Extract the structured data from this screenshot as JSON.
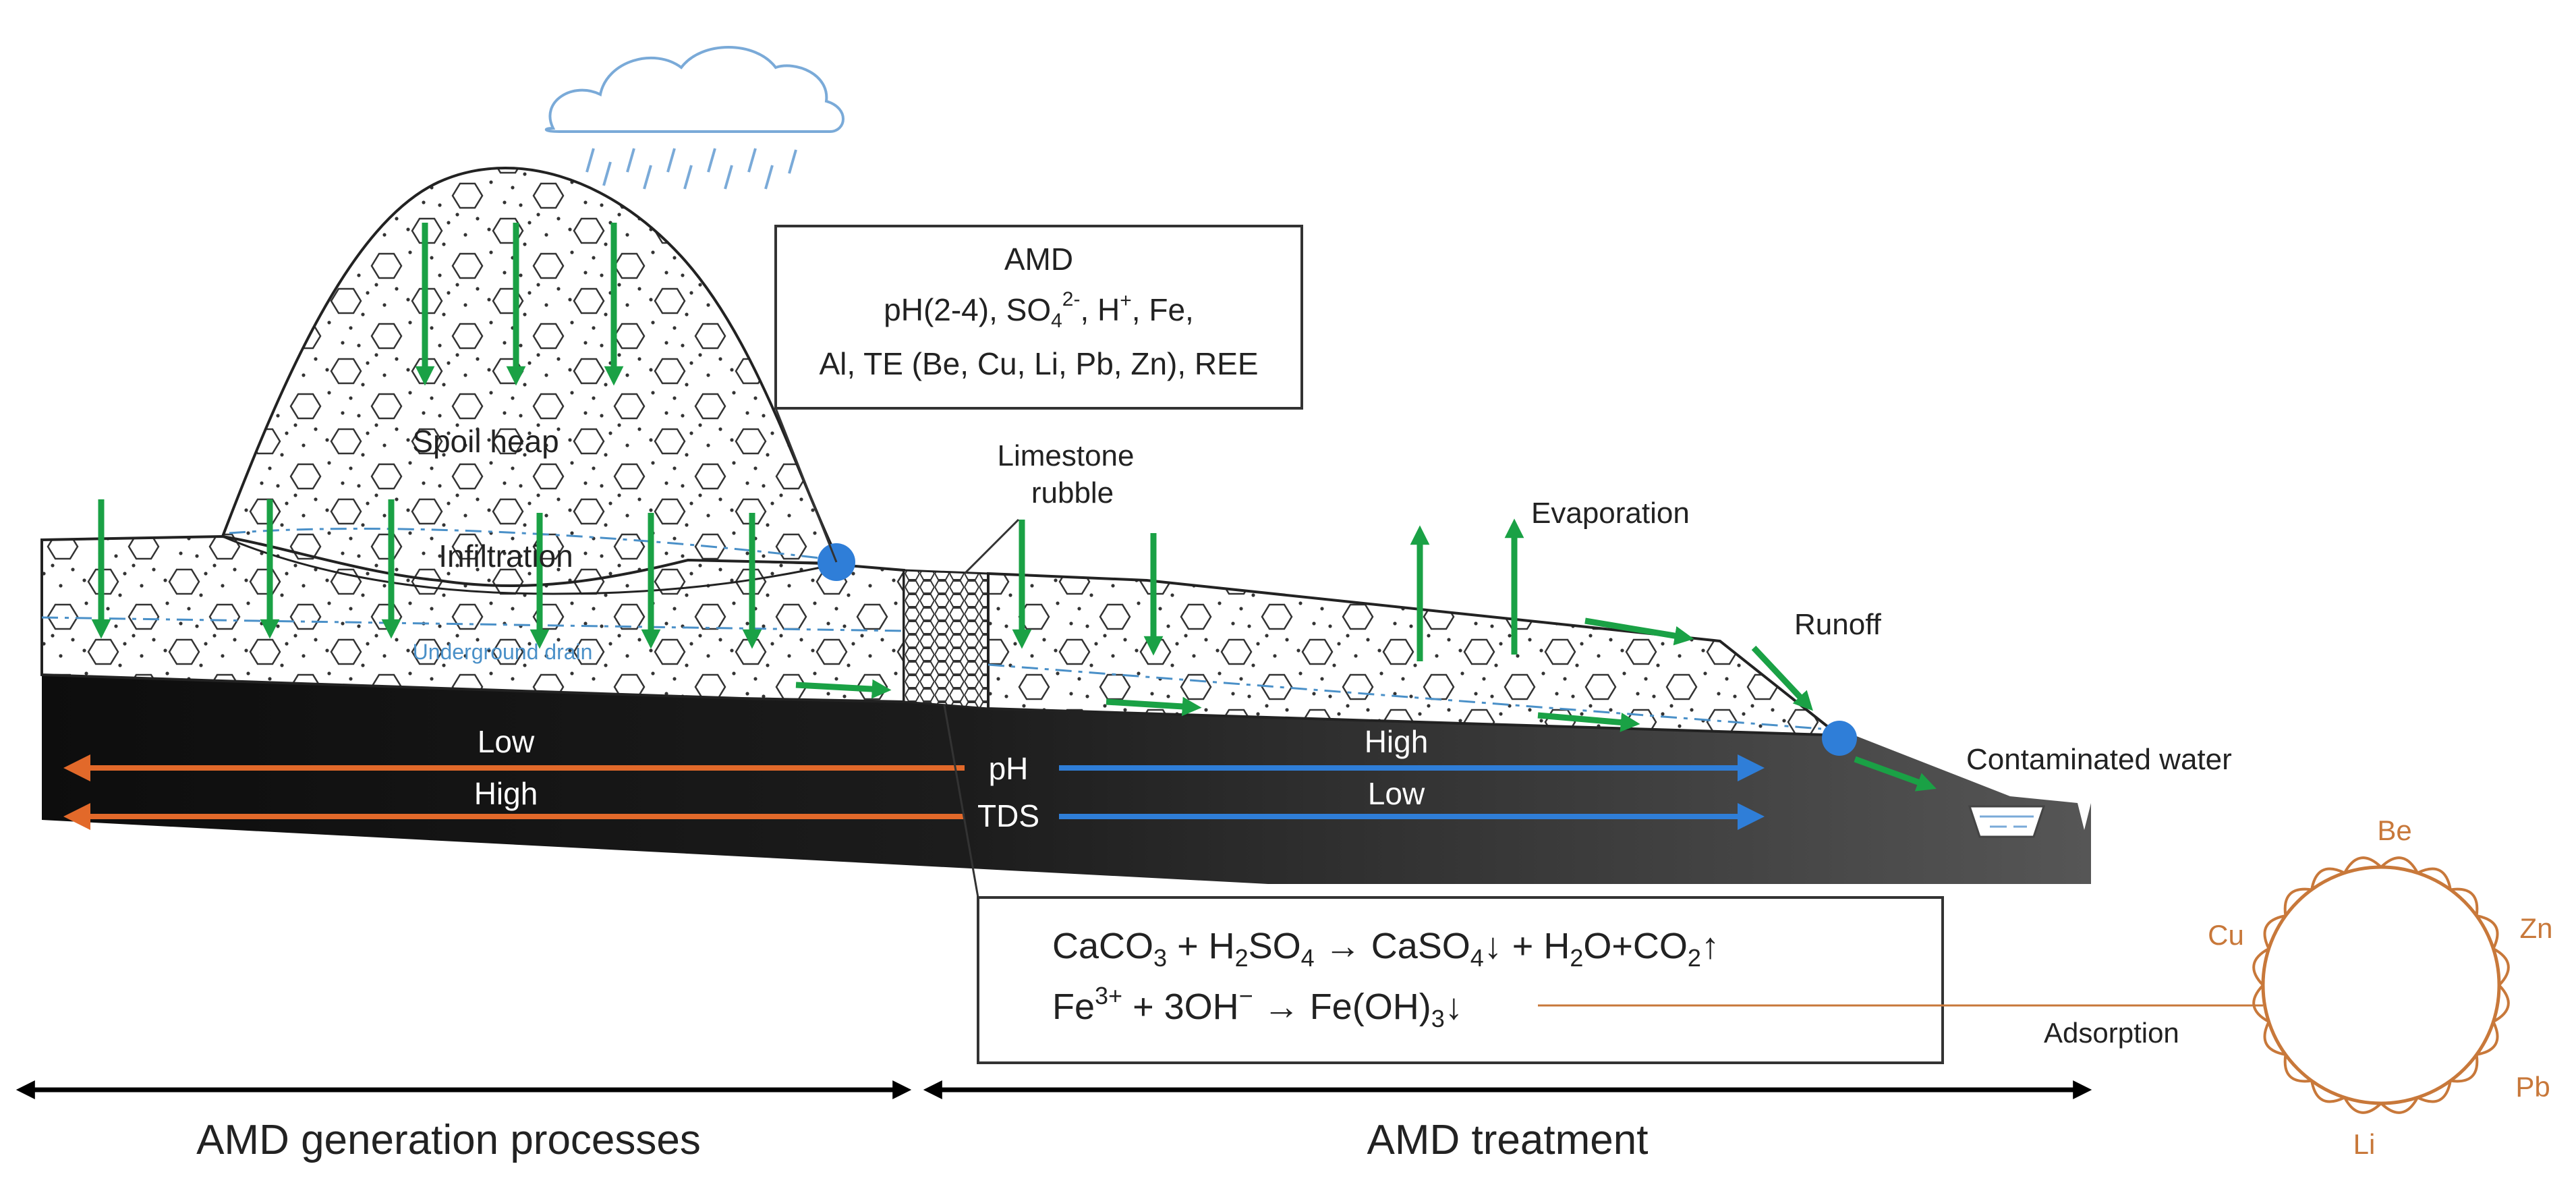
{
  "colors": {
    "green": "#1aa145",
    "orange": "#e2692a",
    "blue_arrow": "#2f7ed8",
    "dashed_blue": "#4a90c8",
    "cloud": "#7aaad8",
    "adsorption": "#c8783a",
    "ground_dark": "#111111",
    "ground_grey": "#555555"
  },
  "amd_box": {
    "line1": "AMD",
    "line2_a": "pH(2-4), SO",
    "line2_sub": "4",
    "line2_sup": "2-",
    "line2_b": ", H",
    "line2_sup2": "+",
    "line2_c": ", Fe,",
    "line3": "Al, TE (Be, Cu, Li, Pb, Zn), REE"
  },
  "labels": {
    "spoil_heap": "Spoil heap",
    "infiltration": "Infiltration",
    "underground_drain": "Underground drain",
    "limestone_1": "Limestone",
    "limestone_2": "rubble",
    "evaporation": "Evaporation",
    "runoff": "Runoff",
    "contaminated_water": "Contaminated water",
    "adsorption": "Adsorption",
    "ph": "pH",
    "tds": "TDS",
    "low_left": "Low",
    "high_left": "High",
    "high_right": "High",
    "low_right": "Low"
  },
  "reactions": {
    "r1_a": "CaCO",
    "r1_sub1": "3",
    "r1_b": " + H",
    "r1_sub2": "2",
    "r1_c": "SO",
    "r1_sub3": "4",
    "r1_d": " → CaSO",
    "r1_sub4": "4",
    "r1_e": "↓ + H",
    "r1_sub5": "2",
    "r1_f": "O+CO",
    "r1_sub6": "2",
    "r1_g": "↑",
    "r2_a": "Fe",
    "r2_sup1": "3+",
    "r2_b": " + 3OH",
    "r2_sup2": "−",
    "r2_c": " → Fe(OH)",
    "r2_sub1": "3",
    "r2_d": "↓"
  },
  "metals": [
    "Be",
    "Zn",
    "Pb",
    "Li",
    "Cu"
  ],
  "sections": {
    "generation": "AMD generation processes",
    "treatment": "AMD treatment"
  }
}
